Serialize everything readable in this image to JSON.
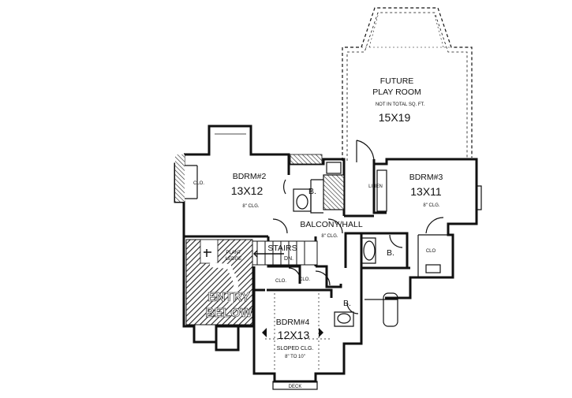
{
  "labels": {
    "future_title_1": "FUTURE",
    "future_title_2": "PLAY ROOM",
    "future_note": "NOT IN TOTAL SQ. FT.",
    "future_dim": "15X19",
    "bdrm2_name": "BDRM#2",
    "bdrm2_dim": "13X12",
    "bdrm2_clg": "8\" CLG.",
    "bdrm2_clo": "CLO.",
    "bath_upper": "B.",
    "linen": "LINEN",
    "bdrm3_name": "BDRM#3",
    "bdrm3_dim": "13X11",
    "bdrm3_clg": "8\" CLG.",
    "balcony": "BALCONY/HALL",
    "balcony_clg": "8\" CLG.",
    "bath_mid": "B.",
    "clo_right": "CLO",
    "plant_1": "PLANT",
    "plant_2": "LEDGE",
    "stairs": "STAIRS",
    "stairs_dn": "DN.",
    "clo_mid": "CLO.",
    "clo_small": "CLO.",
    "entry_1": "ENTRY",
    "entry_2": "BELOW",
    "bath_lower": "B.",
    "bdrm4_name": "BDRM#4",
    "bdrm4_dim": "12X13",
    "bdrm4_clg1": "SLOPED CLG.",
    "bdrm4_clg2": "8\" TO 10\"",
    "deck": "DECK"
  },
  "colors": {
    "ink": "#111111",
    "paper": "#ffffff",
    "hatch": "#222222"
  }
}
